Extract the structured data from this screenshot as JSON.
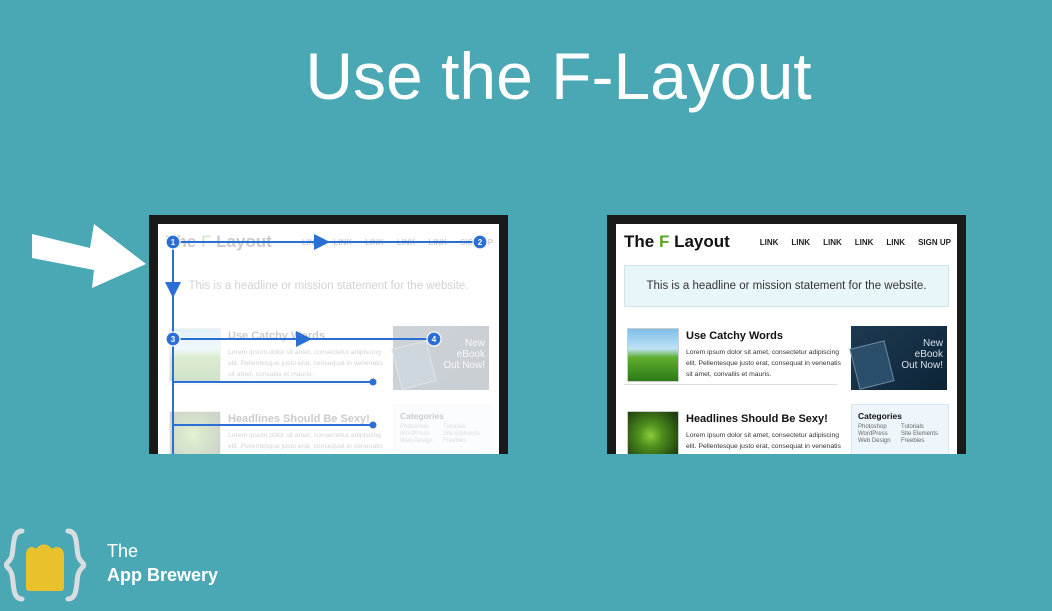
{
  "slide": {
    "title": "Use the F-Layout"
  },
  "site": {
    "logo_before": "The ",
    "logo_f": "F",
    "logo_after": " Layout",
    "nav": [
      "LINK",
      "LINK",
      "LINK",
      "LINK",
      "LINK",
      "SIGN UP"
    ],
    "headline": "This is a headline or mission statement for the website.",
    "posts": [
      {
        "title": "Use Catchy Words",
        "text": "Lorem ipsum dolor sit amet, consectetur adipiscing elit. Pellentesque justo erat, consequat in venenatis sit amet, convallis et mauris."
      },
      {
        "title": "Headlines Should Be Sexy!",
        "text": "Lorem ipsum dolor sit amet, consectetur adipiscing elit. Pellentesque justo erat, consequat in venenatis sit amet, convallis et mauris."
      }
    ],
    "promo": [
      "New",
      "eBook",
      "Out Now!"
    ],
    "categories": {
      "title": "Categories",
      "items": [
        "Photoshop",
        "Tutorials",
        "WordPress",
        "Site Elements",
        "Web Design",
        "Freebies"
      ]
    }
  },
  "flow_markers": [
    "1",
    "2",
    "3",
    "4"
  ],
  "brand": {
    "line1": "The",
    "line2": "App Brewery"
  },
  "colors": {
    "background": "#4aa8b5",
    "flow_line": "#2a6fd6",
    "logo_f": "#5ba525",
    "brand_badge": "#e9c12c"
  }
}
